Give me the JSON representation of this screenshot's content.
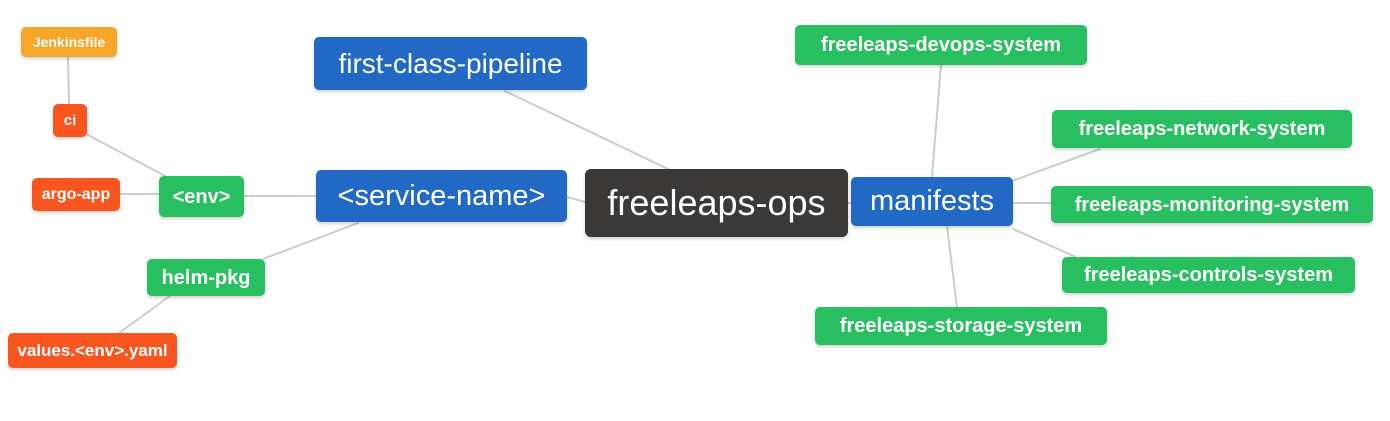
{
  "diagram": {
    "type": "mindmap",
    "root": "freeleaps-ops",
    "colors": {
      "blue": "#2268c5",
      "green": "#28bf60",
      "orange": "#f7a62a",
      "red": "#f9551f",
      "dark": "#3b3838",
      "edge": "#cccccc",
      "background": "#ffffff",
      "text": "#ffffff"
    },
    "nodes": {
      "freeleaps_ops": {
        "label": "freeleaps-ops",
        "color": "dark"
      },
      "first_class_pipeline": {
        "label": "first-class-pipeline",
        "color": "blue"
      },
      "service_name": {
        "label": "<service-name>",
        "color": "blue"
      },
      "manifests": {
        "label": "manifests",
        "color": "blue"
      },
      "env": {
        "label": "<env>",
        "color": "green"
      },
      "helm_pkg": {
        "label": "helm-pkg",
        "color": "green"
      },
      "jenkinsfile": {
        "label": "Jenkinsfile",
        "color": "orange"
      },
      "ci": {
        "label": "ci",
        "color": "red"
      },
      "argo_app": {
        "label": "argo-app",
        "color": "red"
      },
      "values_env_yaml": {
        "label": "values.<env>.yaml",
        "color": "red"
      },
      "devops": {
        "label": "freeleaps-devops-system",
        "color": "green"
      },
      "network": {
        "label": "freeleaps-network-system",
        "color": "green"
      },
      "monitoring": {
        "label": "freeleaps-monitoring-system",
        "color": "green"
      },
      "controls": {
        "label": "freeleaps-controls-system",
        "color": "green"
      },
      "storage": {
        "label": "freeleaps-storage-system",
        "color": "green"
      }
    },
    "edges": [
      {
        "from": "jenkinsfile",
        "to": "ci"
      },
      {
        "from": "ci",
        "to": "env"
      },
      {
        "from": "argo_app",
        "to": "env"
      },
      {
        "from": "env",
        "to": "service_name"
      },
      {
        "from": "helm_pkg",
        "to": "service_name"
      },
      {
        "from": "values_env_yaml",
        "to": "helm_pkg"
      },
      {
        "from": "first_class_pipeline",
        "to": "freeleaps_ops"
      },
      {
        "from": "service_name",
        "to": "freeleaps_ops"
      },
      {
        "from": "freeleaps_ops",
        "to": "manifests"
      },
      {
        "from": "manifests",
        "to": "devops"
      },
      {
        "from": "manifests",
        "to": "network"
      },
      {
        "from": "manifests",
        "to": "monitoring"
      },
      {
        "from": "manifests",
        "to": "controls"
      },
      {
        "from": "manifests",
        "to": "storage"
      }
    ]
  }
}
